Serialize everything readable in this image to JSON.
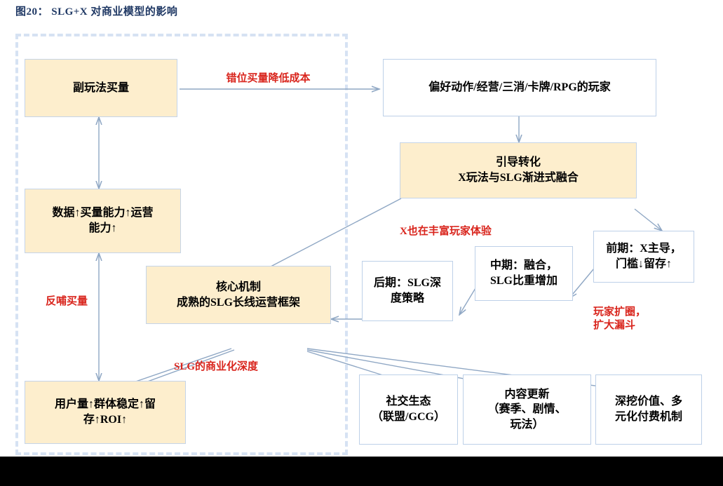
{
  "header": {
    "title": "图20： SLG+X 对商业模型的影响"
  },
  "colors": {
    "title_text": "#1F3864",
    "node_fill": "#FDEECD",
    "node_border": "#C5D4E8",
    "plain_border": "#BDD0E8",
    "edge": "#8FA7C4",
    "red_label": "#D9251D",
    "dashed_border": "#D6E2F3",
    "page_background": "#000000",
    "canvas_background": "#FFFFFF"
  },
  "diagram": {
    "type": "flow-diagram",
    "dashed_group_label": "",
    "nodes": [
      {
        "id": "n1",
        "label": "副玩法买量",
        "style": "fill"
      },
      {
        "id": "n2",
        "label": "偏好动作/经营/三消/卡牌/RPG的玩家",
        "style": "plain"
      },
      {
        "id": "n3",
        "label": "引导转化\nX玩法与SLG渐进式融合",
        "style": "fill"
      },
      {
        "id": "n4",
        "label": "数据↑买量能力↑运营\n能力↑",
        "style": "fill"
      },
      {
        "id": "n5",
        "label": "前期：X主导，\n门槛↓留存↑",
        "style": "plain"
      },
      {
        "id": "n6",
        "label": "中期：融合，\nSLG比重增加",
        "style": "plain"
      },
      {
        "id": "n7",
        "label": "后期：SLG深\n度策略",
        "style": "plain"
      },
      {
        "id": "n8",
        "label": "核心机制\n成熟的SLG长线运营框架",
        "style": "fill"
      },
      {
        "id": "n9",
        "label": "用户量↑群体稳定↑留\n存↑ROI↑",
        "style": "fill"
      },
      {
        "id": "n10",
        "label": "社交生态\n（联盟/GCG）",
        "style": "plain"
      },
      {
        "id": "n11",
        "label": "内容更新\n（赛季、剧情、\n玩法）",
        "style": "plain"
      },
      {
        "id": "n12",
        "label": "深挖价值、多\n元化付费机制",
        "style": "plain"
      }
    ],
    "annotations": [
      {
        "id": "a1",
        "text": "错位买量降低成本"
      },
      {
        "id": "a2",
        "text": "X也在丰富玩家体验"
      },
      {
        "id": "a3",
        "text": "反哺买量"
      },
      {
        "id": "a4",
        "text": "SLG的商业化深度"
      },
      {
        "id": "a5",
        "text": "玩家扩圈，\n扩大漏斗"
      }
    ],
    "edges": [
      {
        "from": "n1",
        "to": "n2",
        "kind": "arrow"
      },
      {
        "from": "n2",
        "to": "n3",
        "kind": "arrow"
      },
      {
        "from": "n1",
        "to": "n4",
        "kind": "double-arrow"
      },
      {
        "from": "n3",
        "to": "n5",
        "kind": "arrow"
      },
      {
        "from": "n3",
        "to": "n8",
        "kind": "arrow"
      },
      {
        "from": "n5",
        "to": "n6",
        "kind": "arrow"
      },
      {
        "from": "n6",
        "to": "n7",
        "kind": "arrow"
      },
      {
        "from": "n7",
        "to": "n8",
        "kind": "arrow"
      },
      {
        "from": "n9",
        "to": "n4",
        "kind": "arrow"
      },
      {
        "from": "n8",
        "to": "n9",
        "kind": "arrow"
      },
      {
        "from": "n9",
        "to": "n8",
        "kind": "double-arrow"
      },
      {
        "from": "n8",
        "to": "n10",
        "kind": "arrow"
      },
      {
        "from": "n8",
        "to": "n11",
        "kind": "arrow"
      },
      {
        "from": "n8",
        "to": "n12",
        "kind": "arrow"
      }
    ]
  }
}
